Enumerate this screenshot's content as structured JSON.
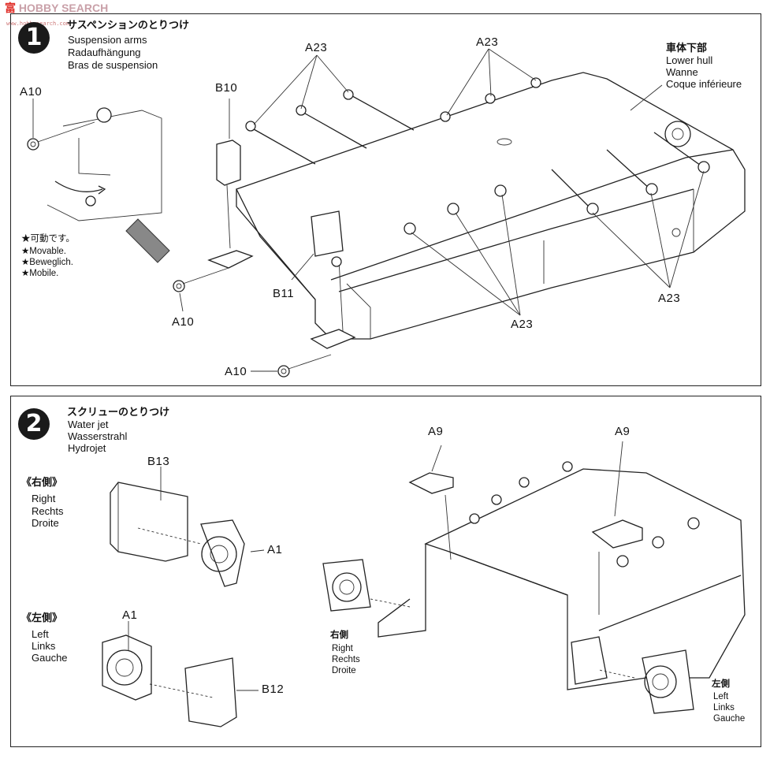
{
  "watermark": {
    "brand_a": "富",
    "brand_b": "HOBBY SEARCH",
    "url": "www.hobbysearch.com"
  },
  "step1": {
    "number": "1",
    "title_ja": "サスペンションのとりつけ",
    "title_en": "Suspension arms",
    "title_de": "Radaufhängung",
    "title_fr": "Bras de suspension",
    "hull_ja": "車体下部",
    "hull_en": "Lower hull",
    "hull_de": "Wanne",
    "hull_fr": "Coque inférieure",
    "movable_ja": "★可動です。",
    "movable_en": "★Movable.",
    "movable_de": "★Beweglich.",
    "movable_fr": "★Mobile.",
    "labels": {
      "a10_top": "A10",
      "b10": "B10",
      "a23_1": "A23",
      "a23_2": "A23",
      "a23_3": "A23",
      "a23_4": "A23",
      "b11": "B11",
      "a10_mid": "A10",
      "a10_bot": "A10"
    }
  },
  "step2": {
    "number": "2",
    "title_ja": "スクリューのとりつけ",
    "title_en": "Water jet",
    "title_de": "Wasserstrahl",
    "title_fr": "Hydrojet",
    "right_ja": "《右側》",
    "right_en": "Right",
    "right_de": "Rechts",
    "right_fr": "Droite",
    "left_ja": "《左側》",
    "left_en": "Left",
    "left_de": "Links",
    "left_fr": "Gauche",
    "labels": {
      "b13": "B13",
      "a1_right": "A1",
      "a1_left": "A1",
      "b12": "B12",
      "a9_1": "A9",
      "a9_2": "A9"
    },
    "hull_right_ja": "右側",
    "hull_right_en": "Right",
    "hull_right_de": "Rechts",
    "hull_right_fr": "Droite",
    "hull_left_ja": "左側",
    "hull_left_en": "Left",
    "hull_left_de": "Links",
    "hull_left_fr": "Gauche"
  }
}
